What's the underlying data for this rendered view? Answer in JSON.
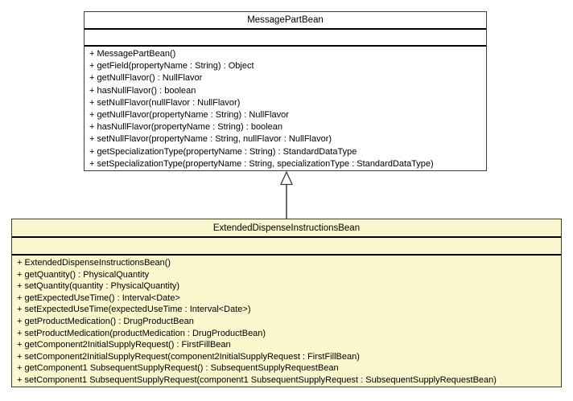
{
  "diagram_type": "uml-class-diagram",
  "classes": [
    {
      "name": "MessagePartBean",
      "role": "superclass",
      "fill_color": "#FFFFFF",
      "attributes": [],
      "methods": [
        "+ MessagePartBean()",
        "+ getField(propertyName : String) : Object",
        "+ getNullFlavor() : NullFlavor",
        "+ hasNullFlavor() : boolean",
        "+ setNullFlavor(nullFlavor : NullFlavor)",
        "+ getNullFlavor(propertyName : String) : NullFlavor",
        "+ hasNullFlavor(propertyName : String) : boolean",
        "+ setNullFlavor(propertyName : String, nullFlavor : NullFlavor)",
        "+ getSpecializationType(propertyName : String) : StandardDataType",
        "+ setSpecializationType(propertyName : String, specializationType : StandardDataType)"
      ]
    },
    {
      "name": "ExtendedDispenseInstructionsBean",
      "role": "subclass",
      "fill_color": "#FBF7CF",
      "attributes": [],
      "methods": [
        "+ ExtendedDispenseInstructionsBean()",
        "+ getQuantity() : PhysicalQuantity",
        "+ setQuantity(quantity : PhysicalQuantity)",
        "+ getExpectedUseTime() : Interval<Date>",
        "+ setExpectedUseTime(expectedUseTime : Interval<Date>)",
        "+ getProductMedication() : DrugProductBean",
        "+ setProductMedication(productMedication : DrugProductBean)",
        "+ getComponent2InitialSupplyRequest() : FirstFillBean",
        "+ setComponent2InitialSupplyRequest(component2InitialSupplyRequest : FirstFillBean)",
        "+ getComponent1 SubsequentSupplyRequest() : SubsequentSupplyRequestBean",
        "+ setComponent1 SubsequentSupplyRequest(component1 SubsequentSupplyRequest : SubsequentSupplyRequestBean)"
      ]
    }
  ],
  "relationship": {
    "type": "generalization",
    "from": "ExtendedDispenseInstructionsBean",
    "to": "MessagePartBean",
    "arrow_style": "hollow-triangle"
  },
  "colors": {
    "background": "#FFFFFF",
    "box_border": "#3D3D3D",
    "compartment_separator": "#000000",
    "subclass_fill": "#FBF7CF",
    "superclass_fill": "#FFFFFF",
    "text": "#000000"
  }
}
